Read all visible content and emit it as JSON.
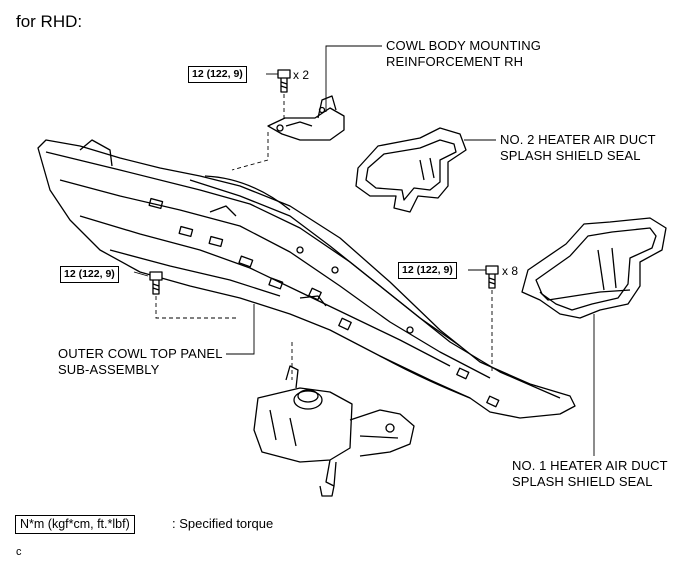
{
  "title": "for RHD:",
  "parts": {
    "cowl_body_reinforcement": [
      "COWL BODY MOUNTING",
      "REINFORCEMENT RH"
    ],
    "no2_seal": [
      "NO. 2 HEATER AIR DUCT",
      "SPLASH SHIELD SEAL"
    ],
    "outer_cowl_panel": [
      "OUTER COWL TOP PANEL",
      "SUB-ASSEMBLY"
    ],
    "no1_seal": [
      "NO. 1 HEATER AIR DUCT",
      "SPLASH SHIELD SEAL"
    ]
  },
  "torques": {
    "top": {
      "value": "12 (122, 9)",
      "qty": "x 2"
    },
    "left": {
      "value": "12 (122, 9)",
      "qty": ""
    },
    "right": {
      "value": "12 (122, 9)",
      "qty": "x 8"
    }
  },
  "legend": {
    "unit": "N*m (kgf*cm, ft.*lbf)",
    "desc": ": Specified torque"
  },
  "corner_code": "c"
}
